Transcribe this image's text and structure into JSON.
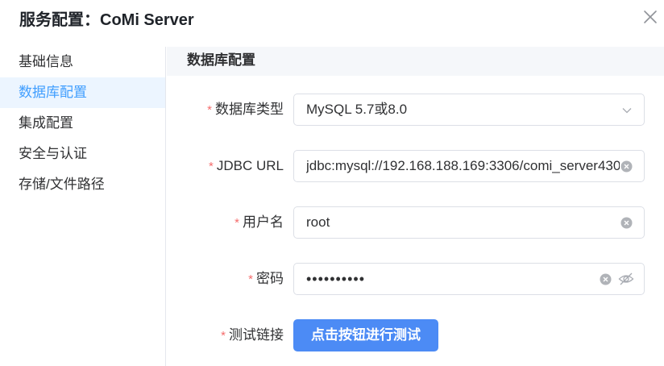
{
  "dialog": {
    "title": "服务配置：CoMi Server",
    "close_icon": "close-icon"
  },
  "sidebar": {
    "items": [
      {
        "label": "基础信息",
        "active": false
      },
      {
        "label": "数据库配置",
        "active": true
      },
      {
        "label": "集成配置",
        "active": false
      },
      {
        "label": "安全与认证",
        "active": false
      },
      {
        "label": "存储/文件路径",
        "active": false
      }
    ]
  },
  "section": {
    "title": "数据库配置"
  },
  "form": {
    "required_mark": "*",
    "db_type": {
      "label": "数据库类型",
      "value": "MySQL 5.7或8.0",
      "icon": "chevron-down-icon"
    },
    "jdbc_url": {
      "label": "JDBC URL",
      "value": "jdbc:mysql://192.168.188.169:3306/comi_server430",
      "icon": "clear-icon"
    },
    "username": {
      "label": "用户名",
      "value": "root",
      "icon": "clear-icon"
    },
    "password": {
      "label": "密码",
      "value": "••••••••••",
      "icons": [
        "clear-icon",
        "eye-off-icon"
      ]
    },
    "test": {
      "label": "测试链接",
      "button_label": "点击按钮进行测试"
    }
  },
  "colors": {
    "accent": "#409eff",
    "button": "#4c8bf5",
    "required": "#f56c6c",
    "active_bg": "#ecf5ff"
  }
}
